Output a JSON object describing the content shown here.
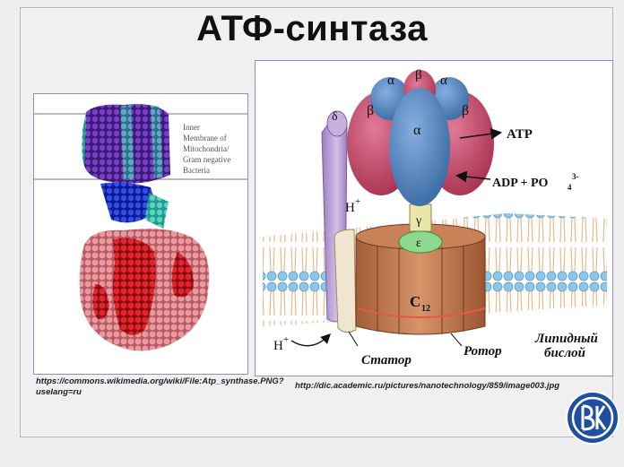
{
  "slide": {
    "title": "АТФ-синтаза"
  },
  "left_figure": {
    "membrane_label_lines": [
      "Inner",
      "Membrane of",
      "Mitochondria/",
      "Gram negative",
      "Bacteria"
    ],
    "caption": "https://commons.wikimedia.org/wiki/File:Atp_synthase.PNG?uselang=ru"
  },
  "right_figure": {
    "labels": {
      "alpha_left": "α",
      "beta_top": "β",
      "alpha_right": "α",
      "beta_left": "β",
      "beta_right": "β",
      "alpha_center": "α",
      "delta": "δ",
      "gamma": "γ",
      "epsilon": "ε",
      "c12": "C",
      "c12_sub": "12",
      "atp": "ATP",
      "adp": "ADP + PO",
      "adp_sub": "4",
      "adp_sup": "3-",
      "h_plus_top": "H",
      "h_plus_bottom": "H",
      "plus": "+",
      "stator": "Статор",
      "rotor": "Ротор",
      "lipid_line1": "Липидный",
      "lipid_line2": "бислой"
    },
    "caption": "http://dic.academic.ru/pictures/nanotechnology/859/image003.jpg"
  },
  "colors": {
    "membrane_head": "#8ec6e8",
    "beta": "#c4496f",
    "alpha": "#4f7fb6",
    "rotor": "#c07a52",
    "stator_arm": "#b59ad1"
  },
  "logo": {
    "icon": "university-logo-icon"
  }
}
